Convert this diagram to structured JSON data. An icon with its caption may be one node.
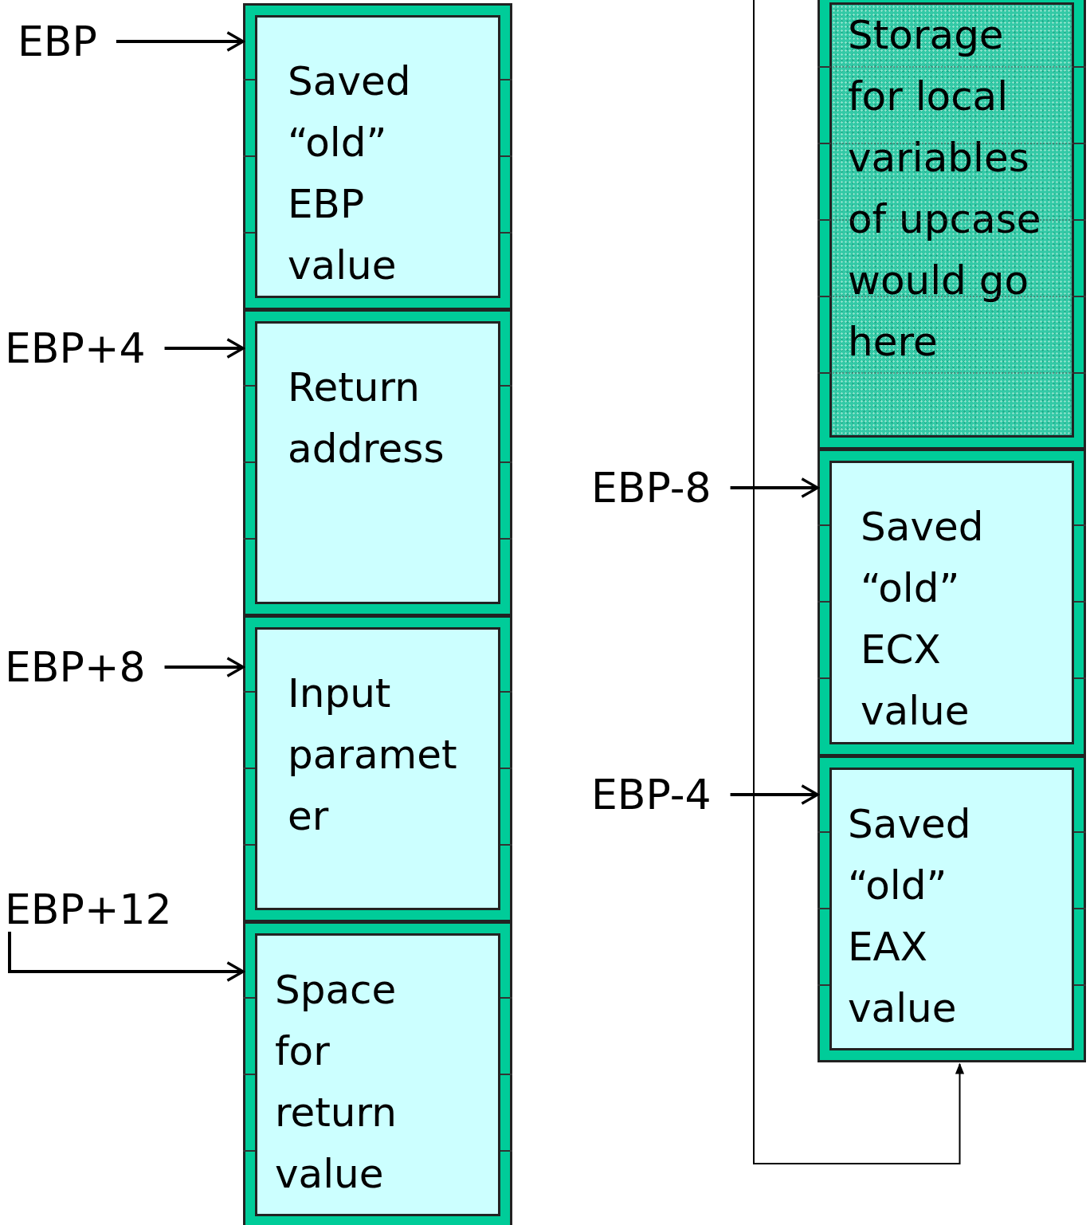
{
  "diagram": {
    "nodes": [
      {
        "text": [
          "Saved “old” EBP value"
        ]
      },
      {
        "text": [
          "Return address"
        ]
      },
      {
        "text": [
          "Input parameter"
        ]
      },
      {
        "text": [
          "Space for return value"
        ]
      },
      {
        "text": [
          "Storage for local variables of upcase would go here"
        ]
      },
      {
        "text": [
          "Saved “old” ECX value"
        ]
      },
      {
        "text": [
          "Saved “old” EAX value"
        ]
      },
      {
        "text": [
          "EBP"
        ]
      },
      {
        "text": [
          "EBP+4"
        ]
      },
      {
        "text": [
          "EBP+8"
        ]
      },
      {
        "text": [
          "EBP+12"
        ]
      },
      {
        "text": [
          "EBP-8"
        ]
      },
      {
        "text": [
          "EBP-4"
        ]
      }
    ],
    "edges": [
      {
        "from": 7,
        "to": 0,
        "arrow": "to"
      },
      {
        "from": 8,
        "to": 1,
        "arrow": "to"
      },
      {
        "from": 9,
        "to": 2,
        "arrow": "to"
      },
      {
        "from": 10,
        "to": 3,
        "arrow": "to"
      },
      {
        "from": 11,
        "to": 5,
        "arrow": "to"
      },
      {
        "from": 12,
        "to": 6,
        "arrow": "to"
      },
      {
        "from": null,
        "to": 6,
        "arrow": "to"
      }
    ]
  }
}
